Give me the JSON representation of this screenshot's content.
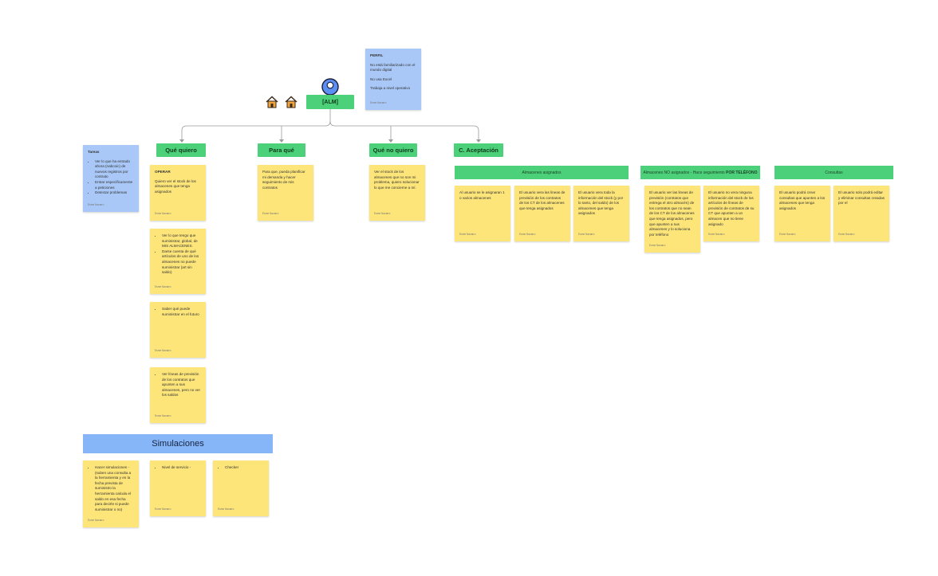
{
  "persona": {
    "label": "[ALM]",
    "profile": {
      "title": "PERFIL",
      "lines": [
        "No está familiarizado con el mundo digital",
        "No usa Excel",
        "Trabaja a nivel operativo"
      ],
      "author": "Esme Navarro"
    },
    "tasks": {
      "title": "Tareas",
      "items": [
        "Ver lo que ha entrado ahora (nabcoic) de nuevos registros por contrato",
        "Entrar específicamente a peticiones",
        "Detectar problemas"
      ],
      "author": "Esme Navarro"
    }
  },
  "columns": {
    "que_quiero": "Qué quiero",
    "para_que": "Para qué",
    "que_no_quiero": "Qué no quiero",
    "aceptacion": "C. Aceptación"
  },
  "que_quiero_notes": {
    "n1": {
      "title": "OPERAR",
      "text": "Quiero ver el stock de los almacenes que tenga asignados",
      "author": "Esme Navarro"
    },
    "n2": {
      "items": [
        "Ver lo que tengo que suministrar, global, de MIS ALMACENES.",
        "Darse cuenta de qué artículos de uno de los almacenes no puede suministrar (art sin saldo)"
      ],
      "author": "Esme Navarro"
    },
    "n3": {
      "items": [
        "Saber qué puede suministrar en el futuro"
      ],
      "author": "Esme Navarro"
    },
    "n4": {
      "items": [
        "Ver líneas de previsión de los contratos que apunten a sus almacenes, pero no ver los saldos"
      ],
      "author": "Esme Navarro"
    }
  },
  "para_que_note": {
    "text": "Para que, pueda planificar mi demanda y hacer seguimiento de mis contratos",
    "author": "Esme Navarro"
  },
  "que_no_quiero_note": {
    "text": "Ver el stock de los almacenes que no son mi problema, quiero solucionar lo que me concierne a mí.",
    "author": "Esme Navarro"
  },
  "aceptacion_groups": {
    "g1": {
      "title": "Almacenes asignados",
      "notes": [
        {
          "text": "Al usuario se le asignaran 1 o varios almacenes",
          "author": "Esme Navarro"
        },
        {
          "text": "El usuario vera las lineas de previsión de los contratos de los CT de los almacenes que tenga asignados",
          "author": "Esme Navarro"
        },
        {
          "text": "El usuario vera toda la información del stock (y por lo tanto, del saldo) de los almacenes que tenga asignados",
          "author": "Esme Navarro"
        }
      ]
    },
    "g2": {
      "title_prefix": "Almacenes NO asignados - Hace seguimiento ",
      "title_bold": "POR TELÉFONO",
      "notes": [
        {
          "text": "El usuario ver las lineas de previsión (contratos que entrega el otro almacén) de los contratos que no sean de los CT de los almacenes que tenga asignados, pero que apunten a sus almacenes y lo soluciona por teléfono",
          "author": "Esme Navarro"
        },
        {
          "text": "El usuario no vera ninguna información del stock de los artículos de líneas de previsión de contratos de su CT que apunten a un almacen que no tiene asignado",
          "author": "Esme Navarro"
        }
      ]
    },
    "g3": {
      "title": "Consultas",
      "notes": [
        {
          "text": "El usuario podrá crear consultas que apunten a los almacenes que tenga asignados",
          "author": "Esme Navarro"
        },
        {
          "text": "El usuario solo podrá editar y eliminar consultas creadas por el",
          "author": "Esme Navarro"
        }
      ]
    }
  },
  "simulaciones": {
    "title": "Simulaciones",
    "notes": [
      {
        "items": [
          "Hacer simulaciones - (suben una consulta a la herramienta y en la fecha prevista de suministro la herramienta calcula el saldo en esa fecha para decirle si puede suministrar o no)"
        ],
        "author": "Esme Navarro"
      },
      {
        "items": [
          "Nivel de servicio -"
        ],
        "author": "Esme Navarro"
      },
      {
        "items": [
          "Checker"
        ],
        "author": "Esme Navarro"
      }
    ]
  },
  "colors": {
    "green": "#4cd17a",
    "yellow": "#fde57a",
    "blue": "#a9c8f7",
    "sim_blue": "#86b6f7"
  },
  "icons": [
    "house-icon",
    "house-icon",
    "user-avatar-icon"
  ]
}
